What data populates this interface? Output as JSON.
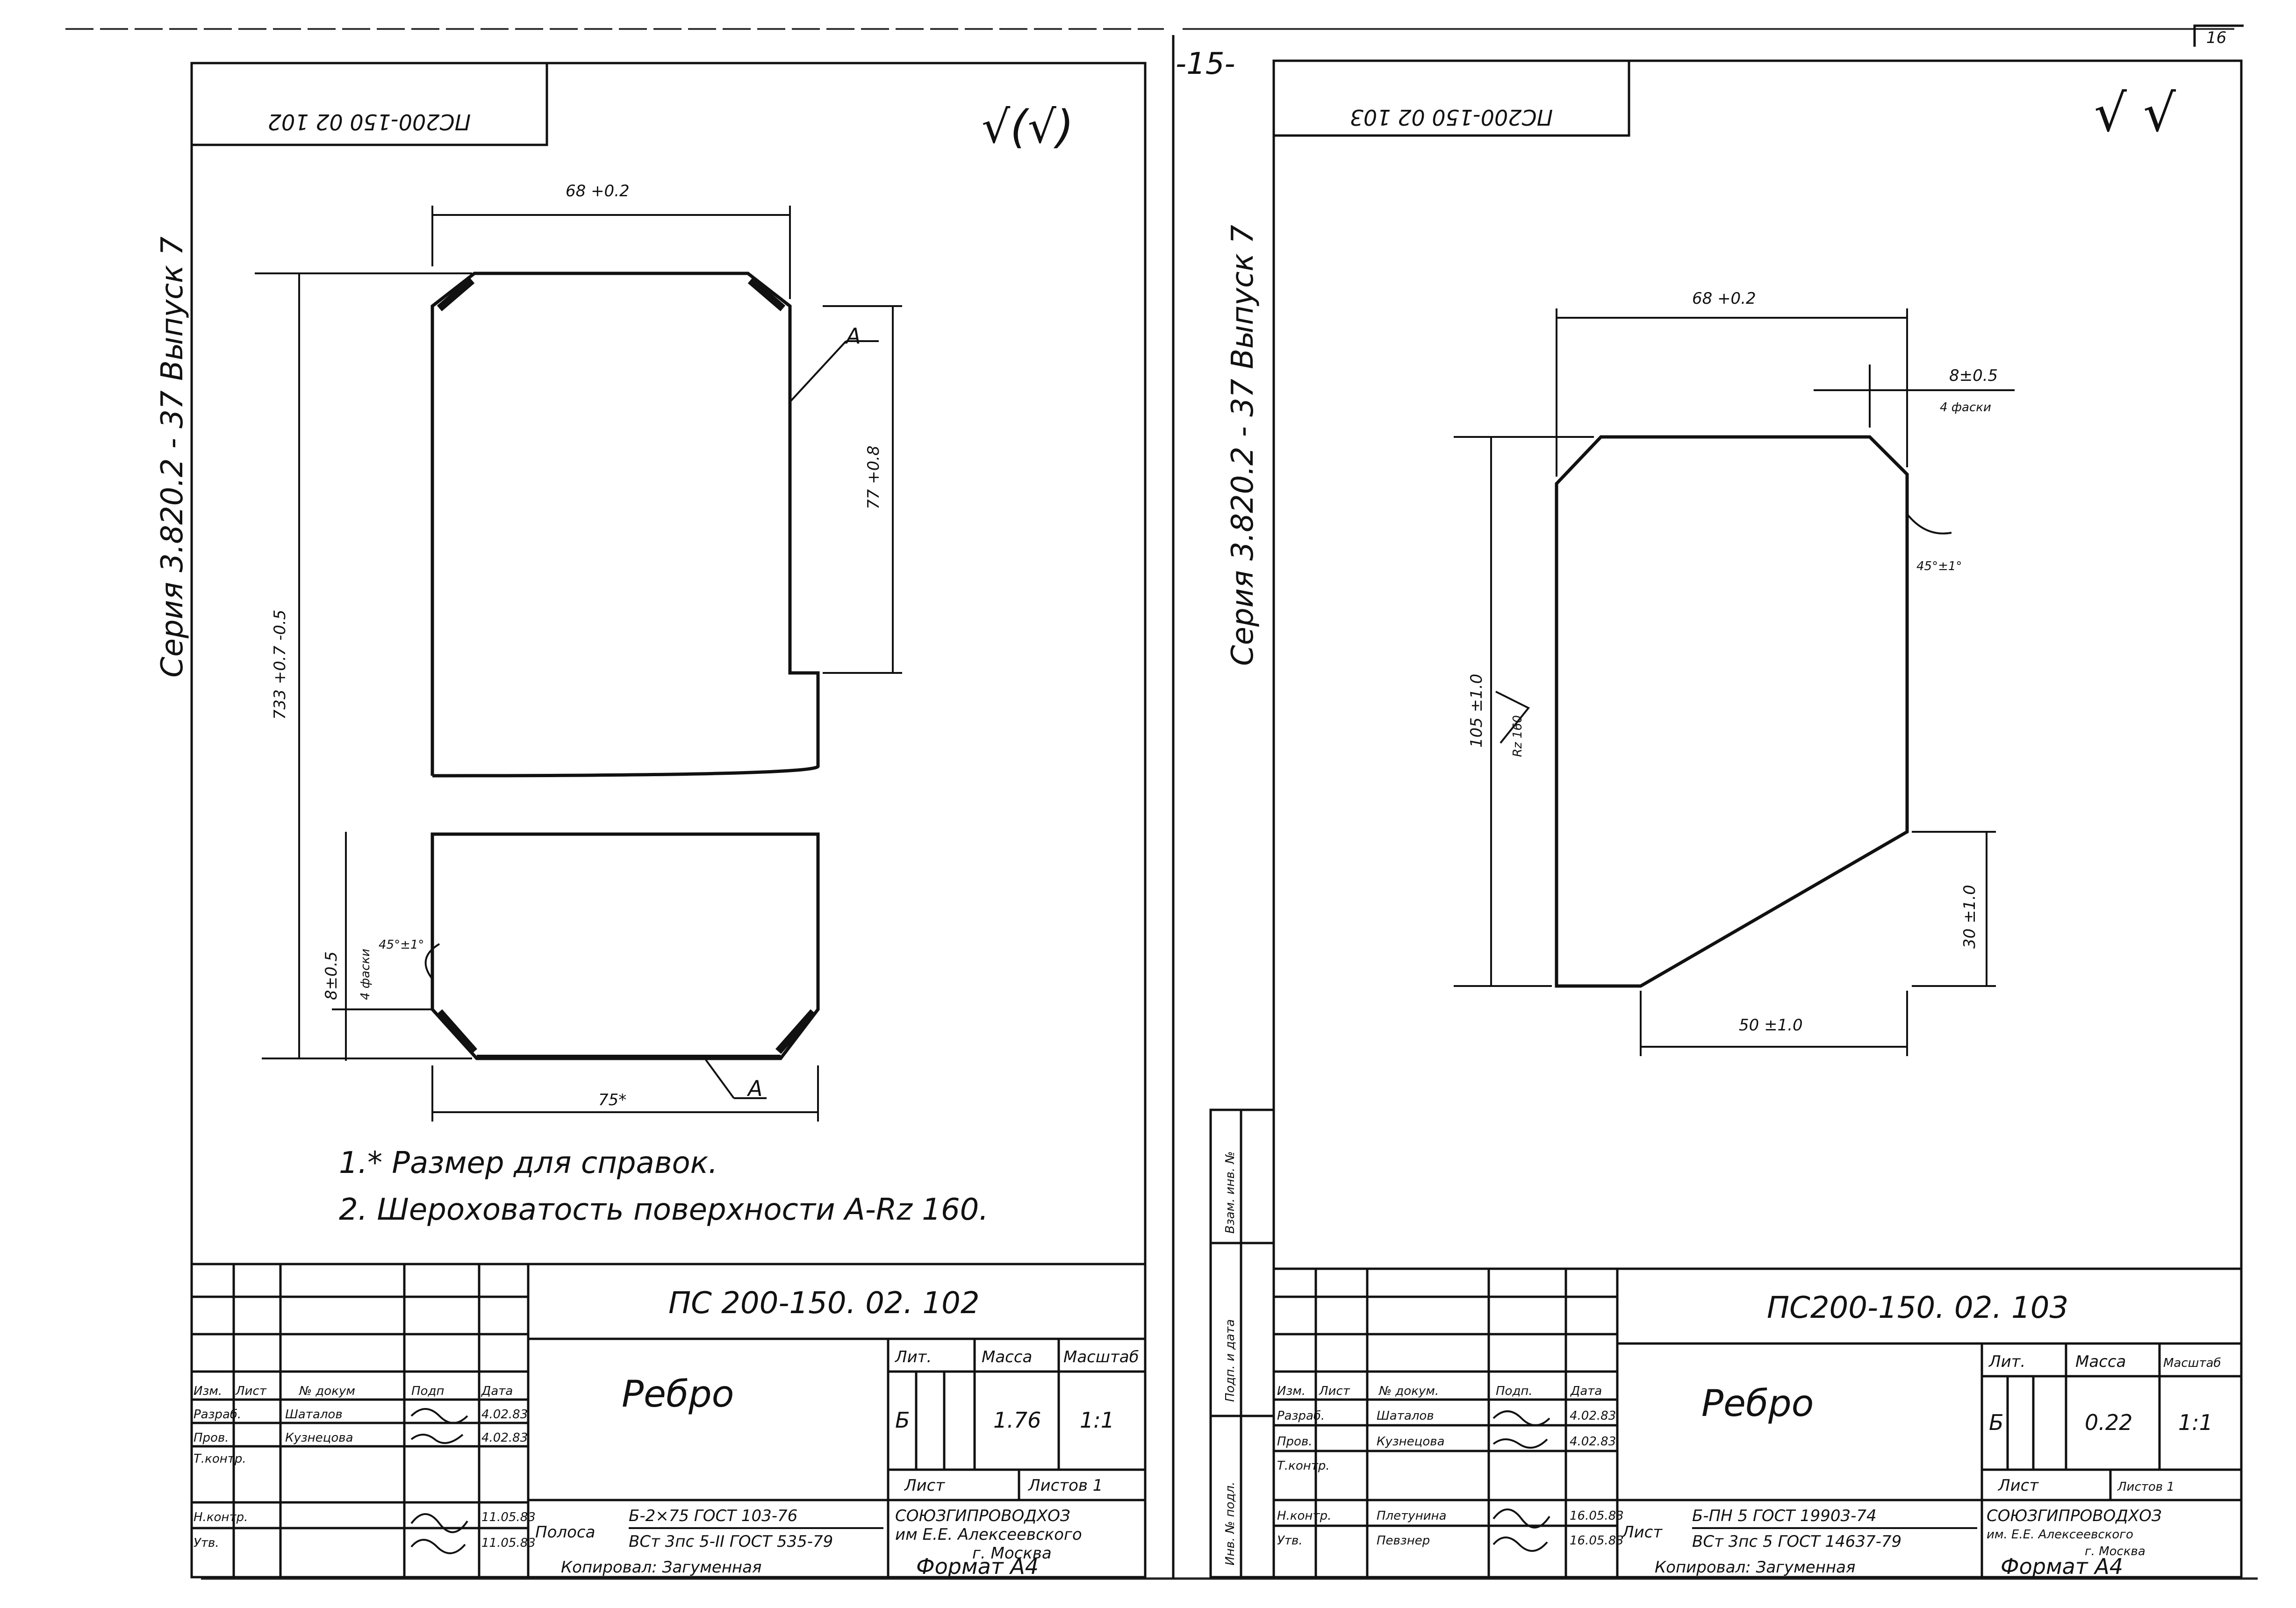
{
  "page_number_top": "-15-",
  "sheet_number_corner": "16",
  "left_sheet": {
    "stamp_code_mirrored": "ПС200-150 02 102",
    "roughness_mark": "√(√)",
    "series_label": "Серия 3.820.2 - 37  Выпуск 7",
    "dimensions": {
      "width_top": "68 +0.2",
      "height_total": "733 +0.7 -0.5",
      "height_part": "77 +0.8",
      "label_a_top": "A",
      "label_a_bottom": "A",
      "chamfer": "8±0.5",
      "chamfer_count": "4 фаски",
      "angle": "45°±1°",
      "width_bottom": "75*"
    },
    "notes": [
      "1.* Размер для справок.",
      "2. Шероховатость поверхности А-Rz 160."
    ],
    "title_block": {
      "designation": "ПС 200-150. 02. 102",
      "part_name": "Ребро",
      "col_headers": [
        "Изм.",
        "Лист",
        "№ докум",
        "Подп",
        "Дата"
      ],
      "rows": [
        {
          "role": "Разраб.",
          "name": "Шаталов",
          "date": "4.02.83"
        },
        {
          "role": "Пров.",
          "name": "Кузнецова",
          "date": "4.02.83"
        },
        {
          "role": "Т.контр.",
          "name": "",
          "date": ""
        },
        {
          "role": "Н.контр.",
          "name": "",
          "date": "11.05.83"
        },
        {
          "role": "Утв.",
          "name": "",
          "date": "11.05.83"
        }
      ],
      "lit_label": "Лит.",
      "mass_label": "Масса",
      "scale_label": "Масштаб",
      "lit_value": "Б",
      "mass_value": "1.76",
      "scale_value": "1:1",
      "sheet_label": "Лист",
      "sheets_label": "Листов 1",
      "material_prefix": "Полоса",
      "material_top": "Б-2×75 ГОСТ 103-76",
      "material_bottom": "ВСт 3пс 5-II ГОСТ 535-79",
      "org_line1": "СОЮЗГИПРОВОДХОЗ",
      "org_line2": "им Е.Е. Алексеевского",
      "org_line3": "г. Москва",
      "copied_by": "Копировал: Загуменная",
      "format": "Формат А4"
    }
  },
  "right_sheet": {
    "stamp_code_mirrored": "ПС200-150 02 103",
    "roughness_mark": "√ √",
    "series_label": "Серия 3.820.2 - 37  Выпуск 7",
    "side_column": [
      "Инв. № подл.",
      "Подп. и дата",
      "Взам. инв. №"
    ],
    "dimensions": {
      "width_top": "68 +0.2",
      "chamfer": "8±0.5",
      "chamfer_count": "4 фаски",
      "angle": "45°±1°",
      "height": "105 ±1.0",
      "roughness": "Rz 160",
      "side_height": "30 ±1.0",
      "bottom_width": "50 ±1.0"
    },
    "title_block": {
      "designation": "ПС200-150. 02. 103",
      "part_name": "Ребро",
      "col_headers": [
        "Изм.",
        "Лист",
        "№ докум.",
        "Подп.",
        "Дата"
      ],
      "rows": [
        {
          "role": "Разраб.",
          "name": "Шаталов",
          "date": "4.02.83"
        },
        {
          "role": "Пров.",
          "name": "Кузнецова",
          "date": "4.02.83"
        },
        {
          "role": "Т.контр.",
          "name": "",
          "date": ""
        },
        {
          "role": "Н.контр.",
          "name": "Плетунина",
          "date": "16.05.83"
        },
        {
          "role": "Утв.",
          "name": "Певзнер",
          "date": "16.05.83"
        }
      ],
      "lit_label": "Лит.",
      "mass_label": "Масса",
      "scale_label": "Масштаб",
      "lit_value": "Б",
      "mass_value": "0.22",
      "scale_value": "1:1",
      "sheet_label": "Лист",
      "sheets_label": "Листов 1",
      "material_prefix": "Лист",
      "material_top": "Б-ПН 5   ГОСТ 19903-74",
      "material_bottom": "ВСт 3пс 5   ГОСТ 14637-79",
      "org_line1": "СОЮЗГИПРОВОДХОЗ",
      "org_line2": "им. Е.Е. Алексеевского",
      "org_line3": "г. Москва",
      "copied_by": "Копировал: Загуменная",
      "format": "Формат А4"
    }
  }
}
